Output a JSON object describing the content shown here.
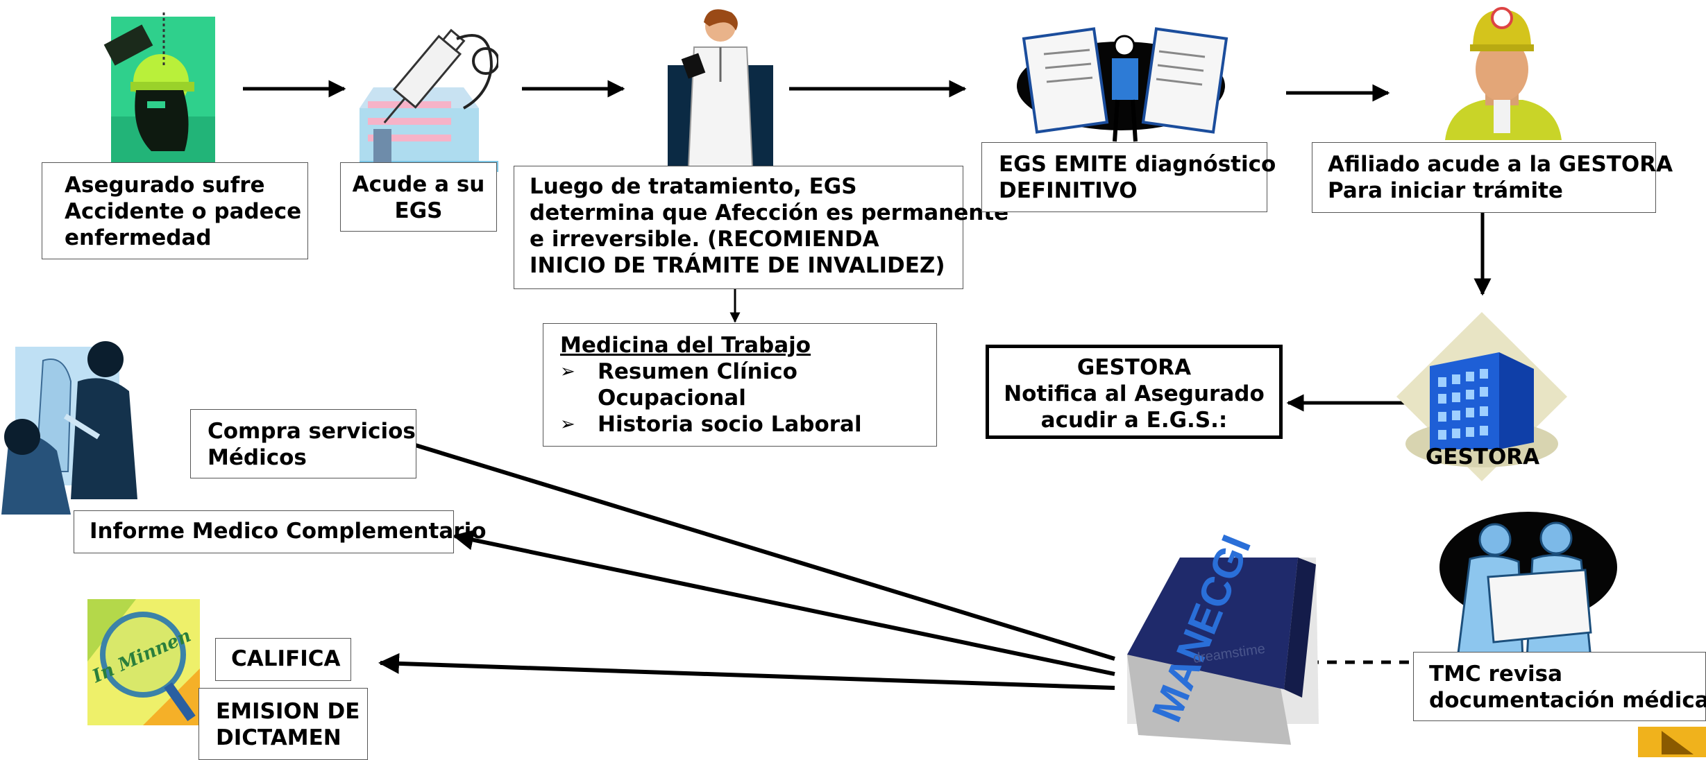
{
  "steps": {
    "asegurado": [
      "Asegurado sufre",
      "Accidente o padece",
      "enfermedad"
    ],
    "acude": [
      "Acude a su",
      "EGS"
    ],
    "tratamiento": [
      "Luego de tratamiento, EGS",
      "determina que Afección es permanente",
      "e irreversible. (RECOMIENDA",
      "INICIO DE TRÁMITE DE INVALIDEZ)"
    ],
    "diagnostico": [
      "EGS EMITE diagnóstico",
      "DEFINITIVO"
    ],
    "afiliado": [
      "Afiliado acude a la GESTORA",
      "Para  iniciar trámite"
    ],
    "medicina": {
      "title": "Medicina del Trabajo",
      "bullet": "➢",
      "items": [
        [
          "Resumen Clínico",
          "Ocupacional"
        ],
        [
          "Historia socio Laboral"
        ]
      ]
    },
    "gestora_notifica": [
      "GESTORA",
      "Notifica al Asegurado",
      "acudir a E.G.S.:"
    ],
    "gestora_label": "GESTORA",
    "compra": [
      "Compra servicios",
      "Médicos"
    ],
    "informe": "Informe Medico Complementario",
    "califica": "CALIFICA",
    "emision": [
      "EMISION DE",
      "DICTAMEN"
    ],
    "tmc": [
      "TMC revisa",
      "documentación médica"
    ]
  },
  "book": {
    "title": "MANECGI",
    "watermark": "dreamstime"
  },
  "magnifier_text": "In Minnen",
  "colors": {
    "arrow": "#000000",
    "book_blue": "#1f2a6b",
    "building_blue": "#1e5fd6",
    "play_orange": "#f0b21c"
  }
}
